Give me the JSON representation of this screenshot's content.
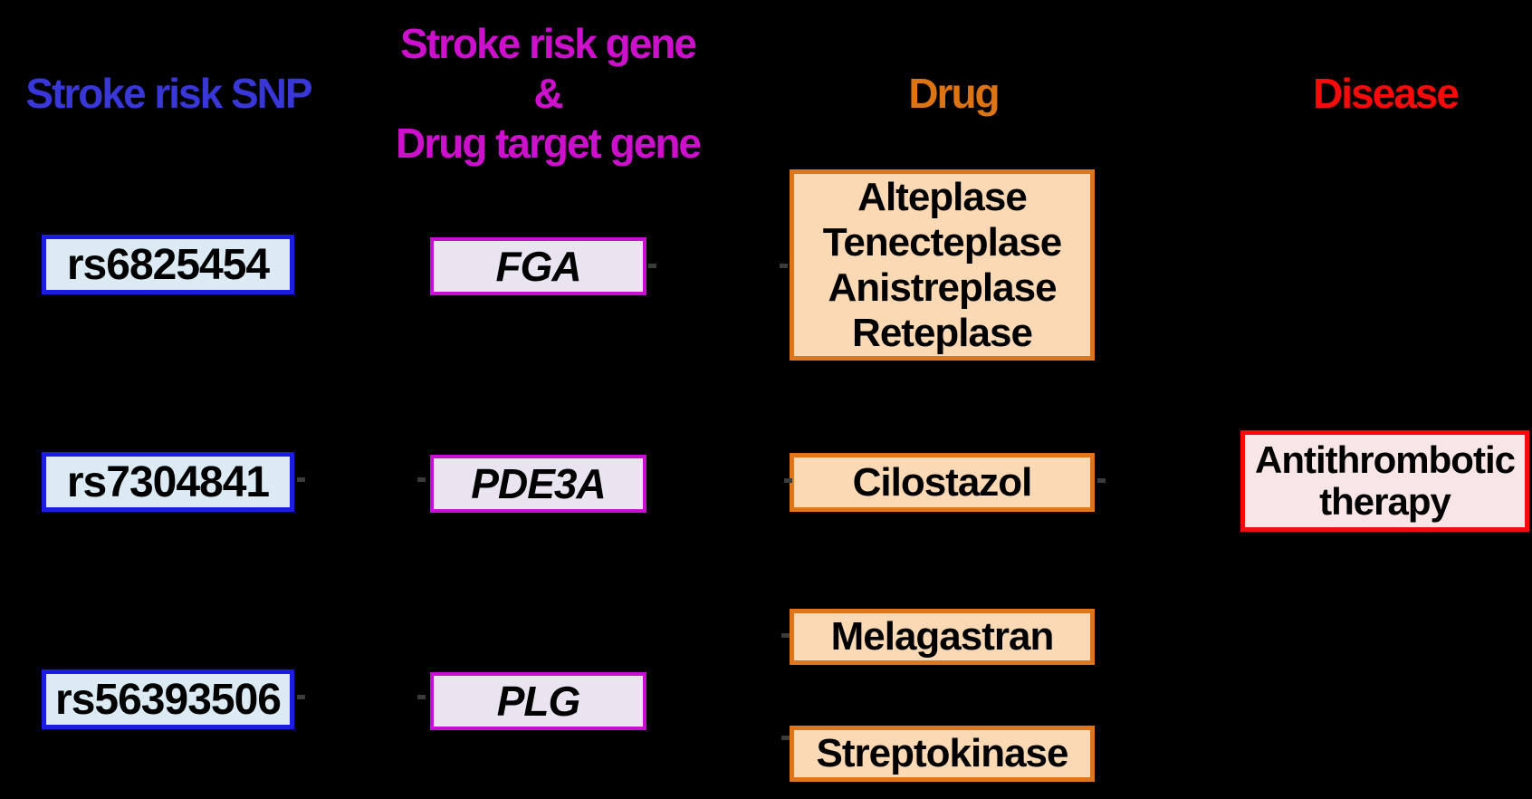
{
  "diagram": {
    "background": "#000000",
    "headers": {
      "snp": {
        "label": "Stroke risk SNP",
        "color": "#3a37d8"
      },
      "gene": {
        "line1": "Stroke risk gene",
        "line2": "&",
        "line3": "Drug target gene",
        "color": "#cc10cc"
      },
      "drug": {
        "label": "Drug",
        "color": "#dd7413"
      },
      "disease": {
        "label": "Disease",
        "color": "#fa0a0a"
      }
    },
    "snp_boxes": [
      {
        "label": "rs6825454"
      },
      {
        "label": "rs7304841"
      },
      {
        "label": "rs56393506"
      }
    ],
    "gene_boxes": [
      {
        "label": "FGA"
      },
      {
        "label": "PDE3A"
      },
      {
        "label": "PLG"
      }
    ],
    "drug_boxes": [
      {
        "lines": [
          "Alteplase",
          "Tenecteplase",
          "Anistreplase",
          "Reteplase"
        ]
      },
      {
        "lines": [
          "Cilostazol"
        ]
      },
      {
        "lines": [
          "Melagastran"
        ]
      },
      {
        "lines": [
          "Streptokinase"
        ]
      }
    ],
    "disease_box": {
      "lines": [
        "Antithrombotic",
        "therapy"
      ]
    },
    "colors": {
      "snp_border": "#1b1ce4",
      "snp_fill": "#dcebf3",
      "gene_border": "#c90ed4",
      "gene_fill": "#eae4f0",
      "drug_border": "#e0761c",
      "drug_fill": "#fbd9b4",
      "disease_border": "#fa0a0a",
      "disease_fill": "#f8e5e5",
      "box_text": "#000000"
    }
  }
}
